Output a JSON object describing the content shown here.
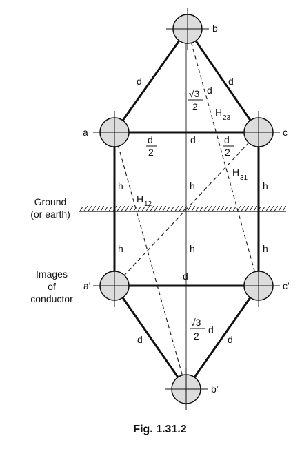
{
  "figure": {
    "caption": "Fig. 1.31.2",
    "ground_label_line1": "Ground",
    "ground_label_line2": "(or earth)",
    "images_label_line1": "Images",
    "images_label_line2": "of",
    "images_label_line3": "conductor"
  },
  "conductors": {
    "a": "a",
    "b": "b",
    "c": "c",
    "a_img": "a'",
    "b_img": "b'",
    "c_img": "c'"
  },
  "labels": {
    "d": "d",
    "h": "h",
    "H": "H",
    "h12_sub": "12",
    "h23_sub": "23",
    "h31_sub": "31",
    "sqrt3": "√3",
    "two": "2"
  }
}
